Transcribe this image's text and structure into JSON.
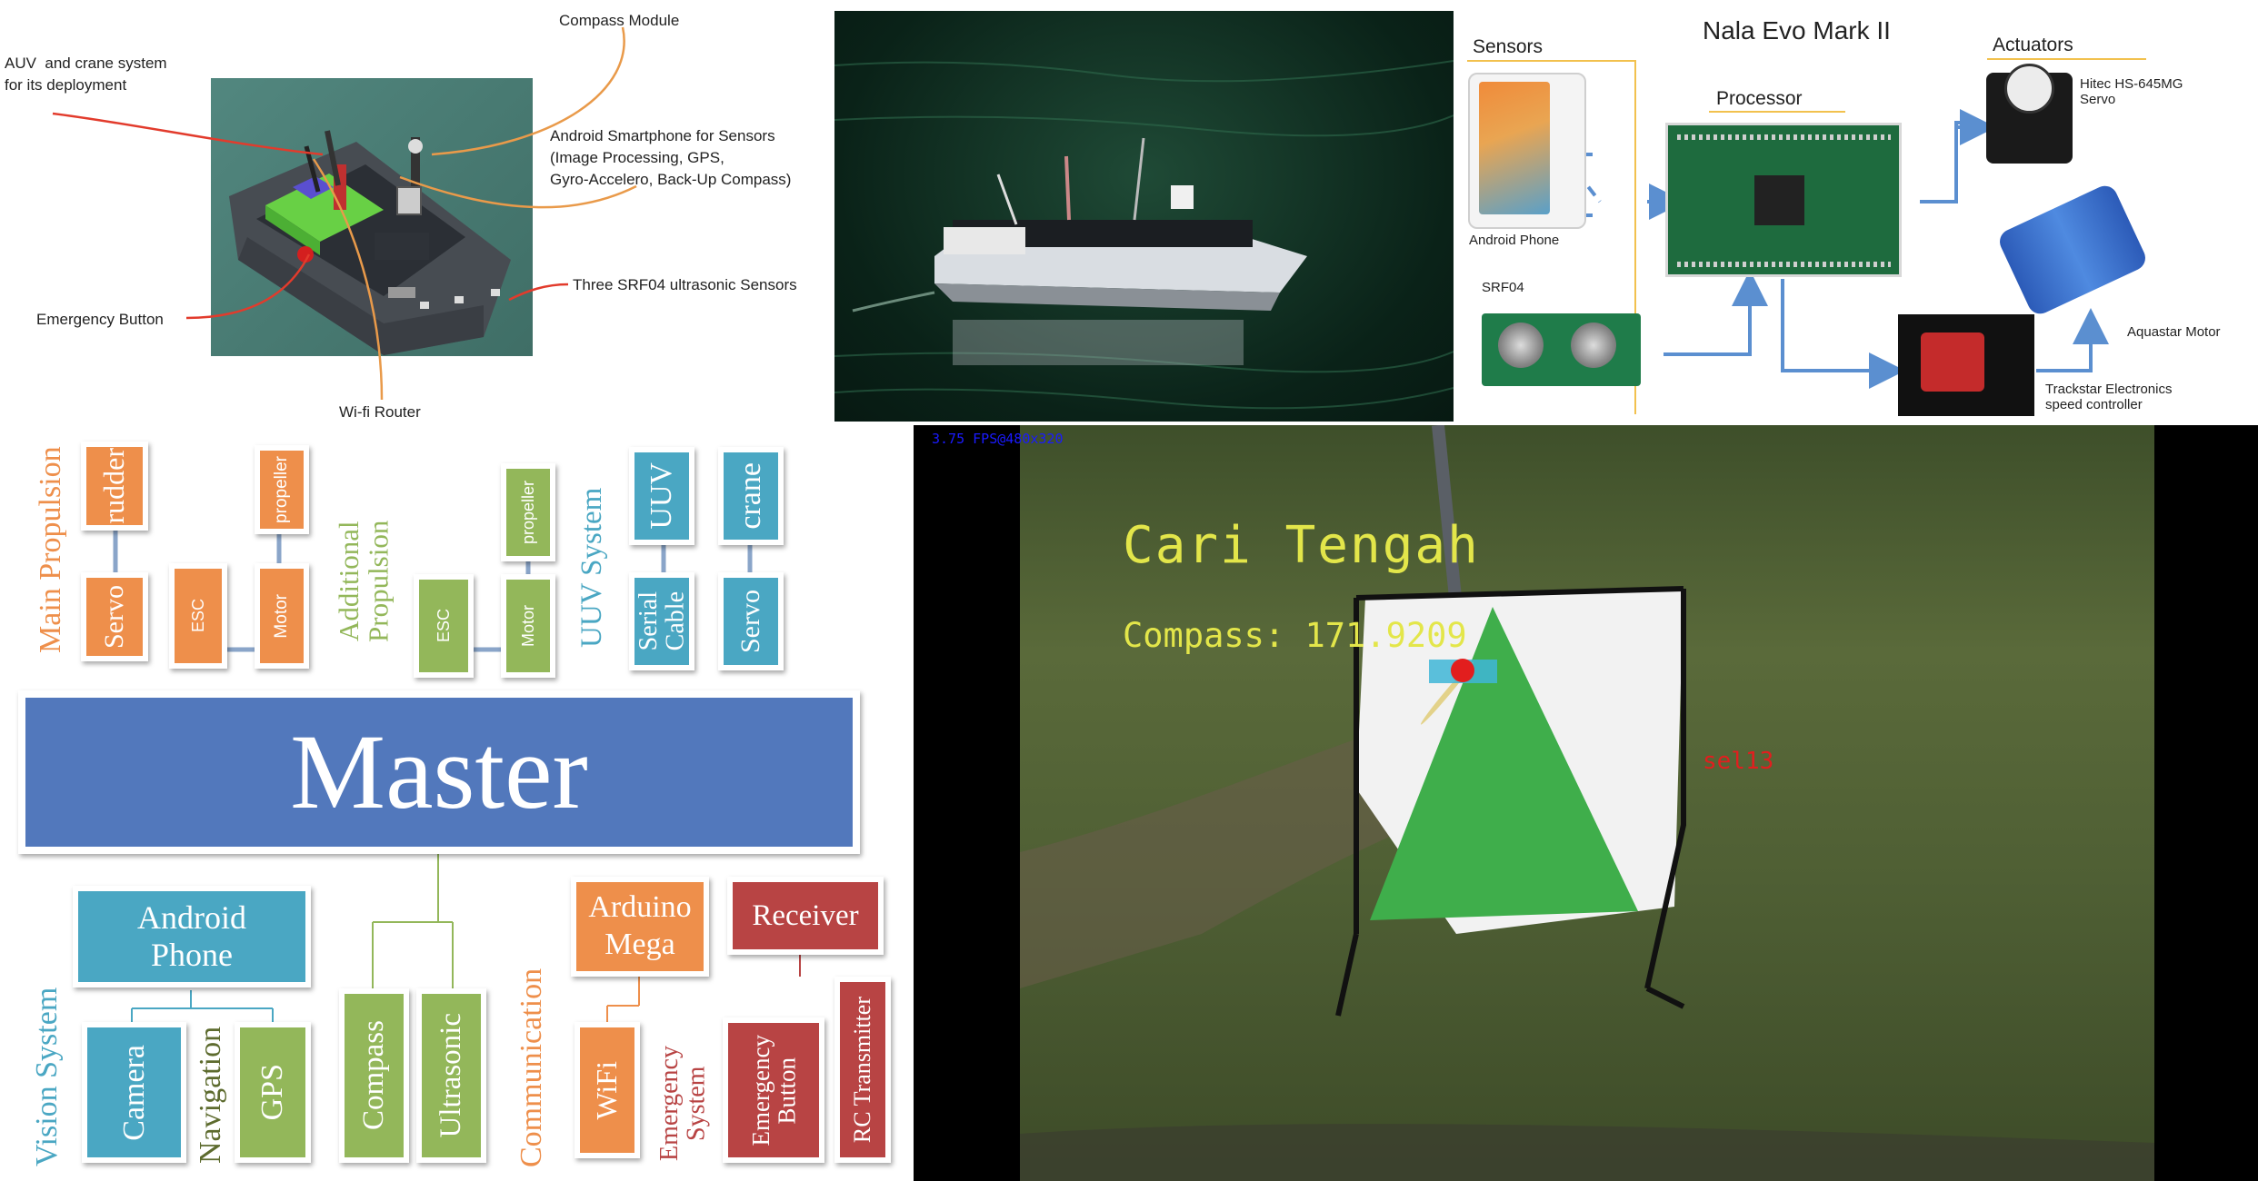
{
  "model_panel": {
    "labels": {
      "auv": "AUV  and crane system\nfor its deployment",
      "compass": "Compass Module",
      "android": "Android Smartphone for Sensors\n(Image Processing, GPS,\nGyro-Accelero, Back-Up Compass)",
      "emergency": "Emergency Button",
      "ultrasonic": "Three SRF04 ultrasonic Sensors",
      "wifi": "Wi-fi Router"
    },
    "colors": {
      "callout_red": "#e23b2c",
      "callout_orange": "#e99a4a",
      "backdrop": "#4d7f77",
      "hull": "#555a60",
      "deck": "#6fce45"
    }
  },
  "hardware_panel": {
    "title": "Nala Evo Mark II",
    "sensors_header": "Sensors",
    "processor_header": "Processor",
    "actuators_header": "Actuators",
    "android_phone": "Android Phone",
    "srf04": "SRF04",
    "servo": "Hitec HS-645MG\nServo",
    "motor": "Aquastar Motor",
    "esc": "Trackstar Electronics\nspeed controller",
    "colors": {
      "arrow": "#5b8fd0",
      "header_line": "#f2c14e"
    }
  },
  "architecture": {
    "master": "Master",
    "groups": {
      "main_propulsion": "Main Propulsion",
      "additional_propulsion": "Additional\nPropulsion",
      "uuv_system": "UUV System",
      "vision_system": "Vision System",
      "navigation": "Navigation",
      "communication": "Communication",
      "emergency_system": "Emergency\nSystem"
    },
    "nodes": {
      "rudder": "rudder",
      "servo_main": "Servo",
      "esc_main": "ESC",
      "propeller_main": "propeller",
      "motor_main": "Motor",
      "esc_add": "ESC",
      "propeller_add": "propeller",
      "motor_add": "Motor",
      "uuv": "UUV",
      "serial_cable": "Serial\nCable",
      "crane": "crane",
      "servo_uuv": "Servo",
      "android_phone": "Android\nPhone",
      "camera": "Camera",
      "gps": "GPS",
      "compass": "Compass",
      "ultrasonic": "Ultrasonic",
      "arduino_mega": "Arduino\nMega",
      "wifi": "WiFi",
      "receiver": "Receiver",
      "emergency_button": "Emergency\nButton",
      "rc_transmitter": "RC Transmitter"
    },
    "colors": {
      "orange": "#ee8f4b",
      "green": "#93b75a",
      "blue": "#4aa7c3",
      "red": "#b84444",
      "master": "#5278bc"
    }
  },
  "camera_view": {
    "fps_text": "3.75 FPS@480x320",
    "mode_text": "Cari Tengah",
    "compass_text": "Compass: 171.9209",
    "target_text": "sel13",
    "colors": {
      "overlay_text": "#e3e64a",
      "target_green": "#3fae4b",
      "fps": "#1a1aff"
    }
  }
}
